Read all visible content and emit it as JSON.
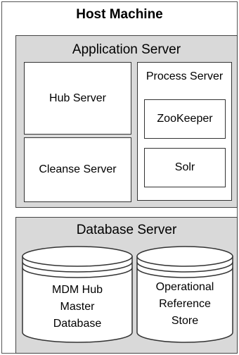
{
  "host": {
    "title": "Host Machine"
  },
  "application_server": {
    "title": "Application Server",
    "hub_server": "Hub Server",
    "cleanse_server": "Cleanse Server",
    "process_server": {
      "title": "Process Server",
      "zookeeper": "ZooKeeper",
      "solr": "Solr"
    }
  },
  "database_server": {
    "title": "Database Server",
    "mdm_db": "MDM Hub\nMaster\nDatabase",
    "ors": "Operational\nReference\nStore"
  }
}
